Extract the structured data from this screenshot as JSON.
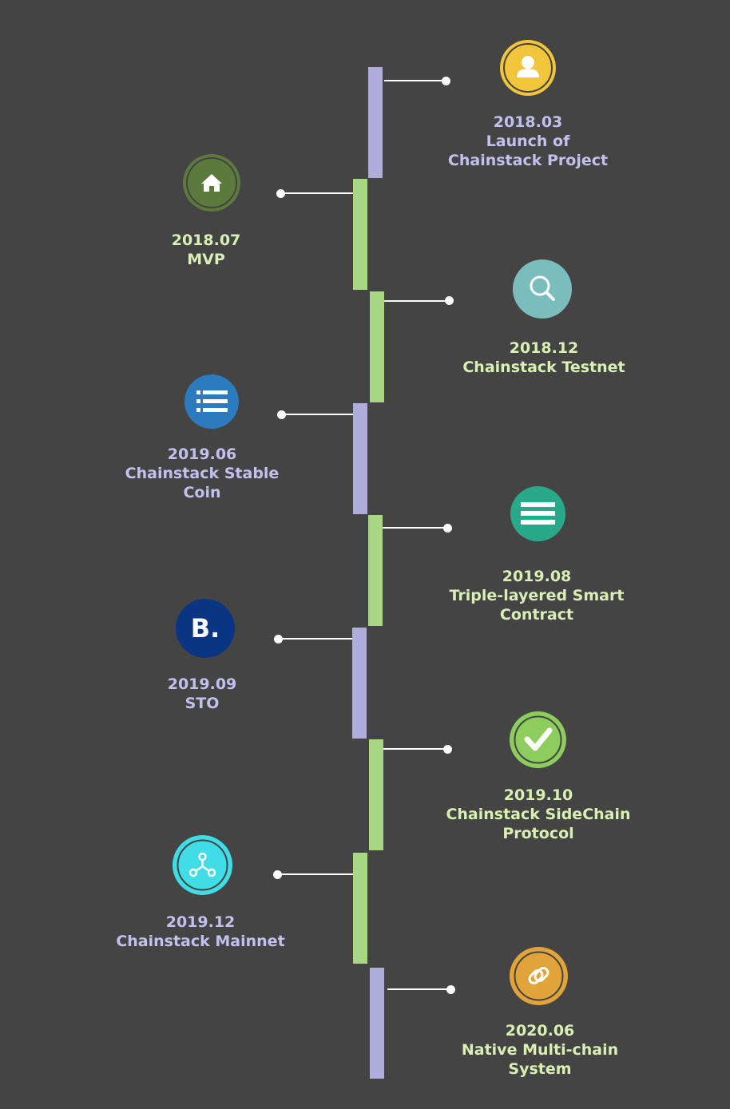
{
  "colors": {
    "background": "#444444",
    "bar_purple": "#afaddc",
    "bar_green": "#a9d885",
    "text_purple": "#c3c0ee",
    "text_green": "#d9efb4"
  },
  "milestones": [
    {
      "date": "2018.03",
      "title": "Launch of Chainstack Project",
      "icon": "user-icon",
      "icon_color": "#f2c53d"
    },
    {
      "date": "2018.07",
      "title": "MVP",
      "icon": "home-icon",
      "icon_color": "#5b7a3c"
    },
    {
      "date": "2018.12",
      "title": "Chainstack Testnet",
      "icon": "search-icon",
      "icon_color": "#7bbdbd"
    },
    {
      "date": "2019.06",
      "title": "Chainstack Stable Coin",
      "icon": "list-icon",
      "icon_color": "#2c7bbf"
    },
    {
      "date": "2019.08",
      "title": "Triple-layered Smart Contract",
      "icon": "menu-icon",
      "icon_color": "#27a98a"
    },
    {
      "date": "2019.09",
      "title": "STO",
      "icon": "b-dot-logo-icon",
      "icon_color": "#0a3582"
    },
    {
      "date": "2019.10",
      "title": "Chainstack SideChain Protocol",
      "icon": "checkmark-icon",
      "icon_color": "#8ccd5e"
    },
    {
      "date": "2019.12",
      "title": "Chainstack Mainnet",
      "icon": "network-icon",
      "icon_color": "#40dde6"
    },
    {
      "date": "2020.06",
      "title": "Native Multi-chain System",
      "icon": "link-icon",
      "icon_color": "#e0a43a"
    }
  ],
  "labels": [
    {
      "date": "2018.03",
      "line2": "Launch of",
      "line3": "Chainstack Project"
    },
    {
      "date": "2018.07",
      "line2": "MVP"
    },
    {
      "date": "2018.12",
      "line2": "Chainstack Testnet"
    },
    {
      "date": "2019.06",
      "line2": "Chainstack Stable",
      "line3": "Coin"
    },
    {
      "date": "2019.08",
      "line2": "Triple-layered Smart",
      "line3": "Contract"
    },
    {
      "date": "2019.09",
      "line2": "STO"
    },
    {
      "date": "2019.10",
      "line2": "Chainstack SideChain",
      "line3": "Protocol"
    },
    {
      "date": "2019.12",
      "line2": "Chainstack Mainnet"
    },
    {
      "date": "2020.06",
      "line2": "Native Multi-chain",
      "line3": "System"
    }
  ]
}
